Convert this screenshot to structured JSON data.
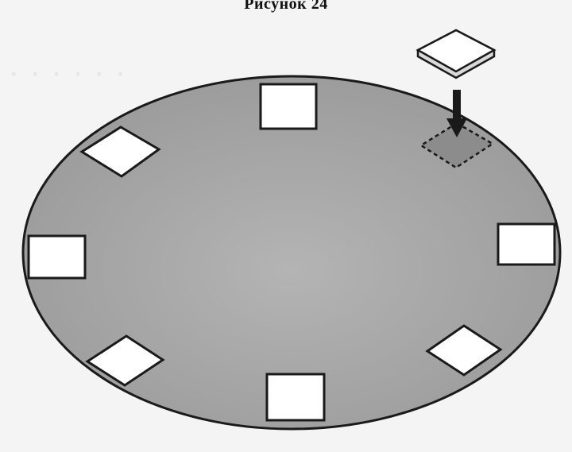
{
  "caption": "Рисунок 24",
  "colors": {
    "board_fill": "#a6a6a6",
    "board_stroke": "#1a1a1a",
    "slot_fill": "#ffffff",
    "target_slot_fill": "#8c8c8c",
    "page_background": "#f4f4f4"
  },
  "figure": {
    "board": "oval board",
    "slot_count": 8,
    "placed_slots": 7,
    "empty_slot": "dashed slot at top-right",
    "piece": "loose square tile",
    "arrow": "down-arrow-icon pointing from tile to empty slot"
  }
}
